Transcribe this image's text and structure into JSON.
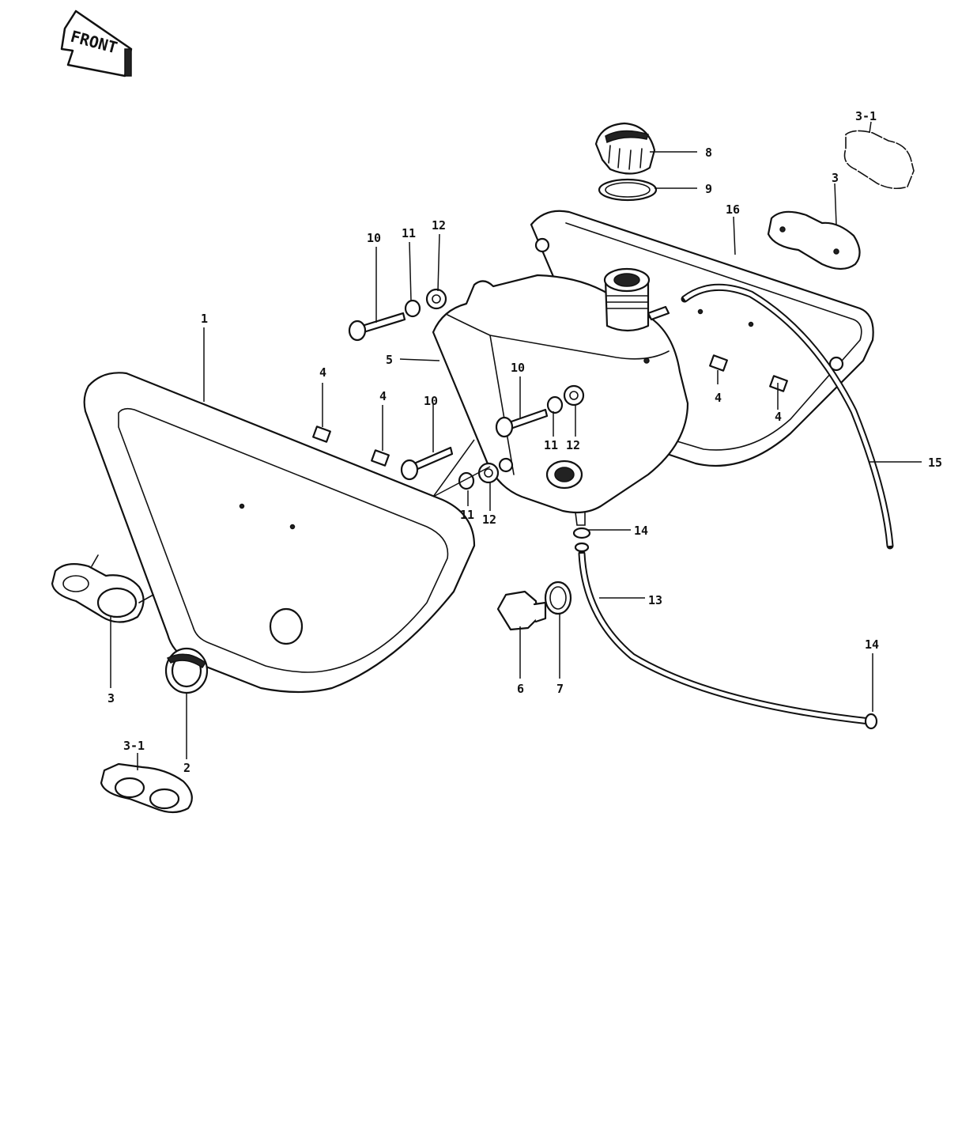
{
  "badge": {
    "front": "FRONT"
  },
  "labels": {
    "l1": "1",
    "l2": "2",
    "l3a": "3",
    "l3b": "3",
    "l31a": "3-1",
    "l31b": "3-1",
    "l4a": "4",
    "l4b": "4",
    "l4c": "4",
    "l4d": "4",
    "l5": "5",
    "l6": "6",
    "l7": "7",
    "l8": "8",
    "l9": "9",
    "l10a": "10",
    "l10b": "10",
    "l10c": "10",
    "l11a": "11",
    "l11b": "11",
    "l11c": "11",
    "l12a": "12",
    "l12b": "12",
    "l12c": "12",
    "l13": "13",
    "l14a": "14",
    "l14b": "14",
    "l15": "15",
    "l16": "16"
  }
}
